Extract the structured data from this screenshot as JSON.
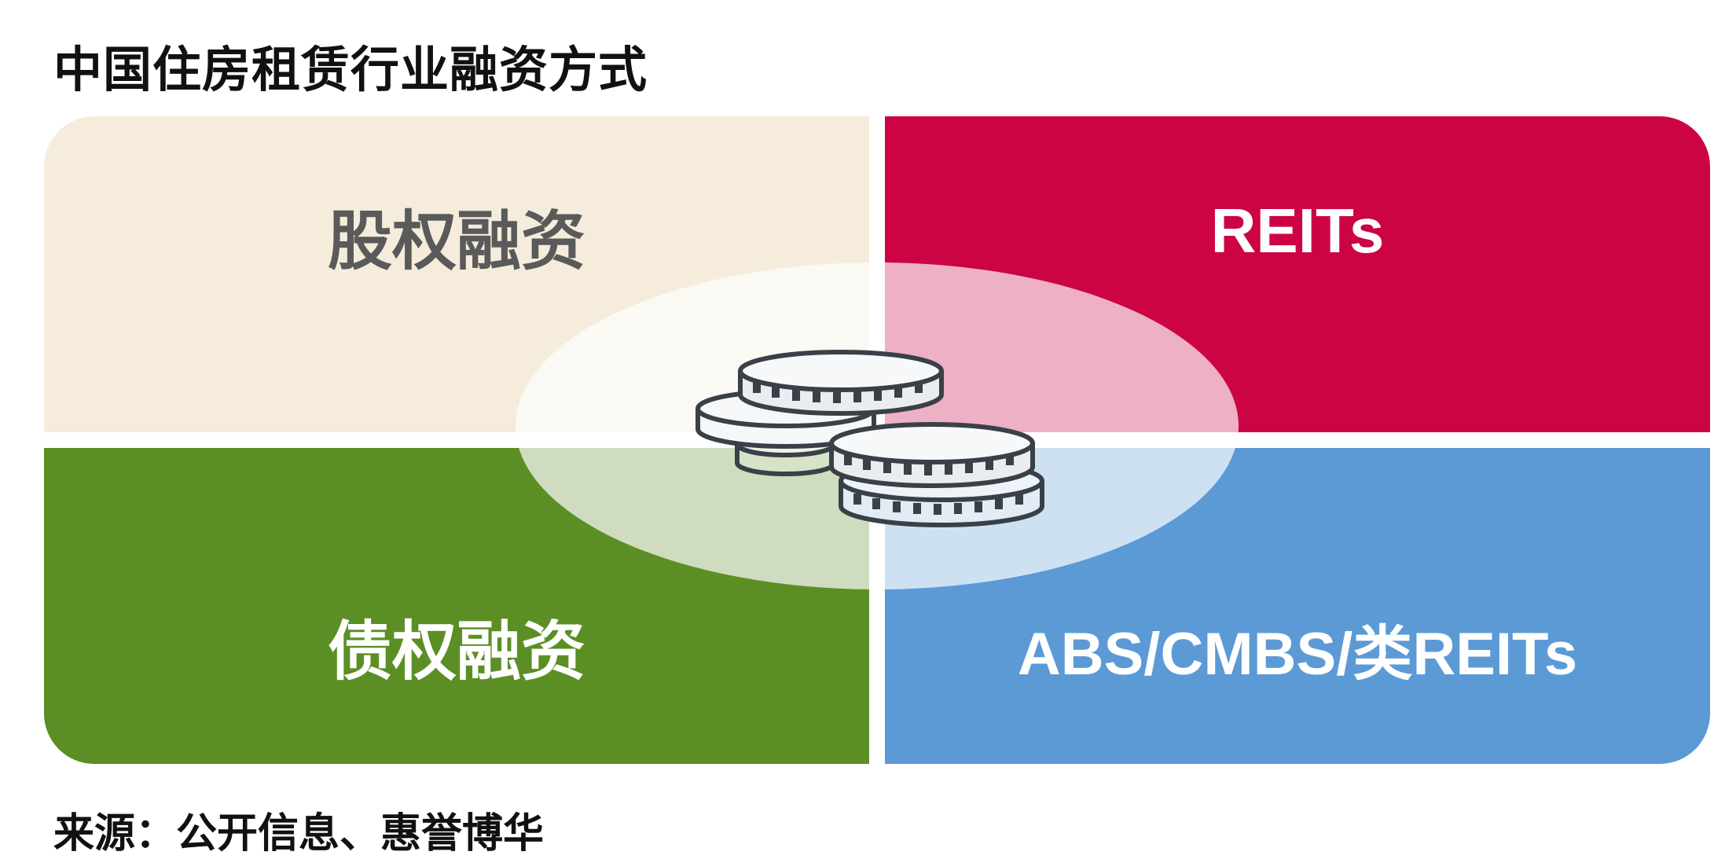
{
  "title": "中国住房租赁行业融资方式",
  "quadrants": {
    "top_left": {
      "label": "股权融资",
      "color": "#f5ecdc"
    },
    "top_right": {
      "label": "REITs",
      "color": "#cc0444"
    },
    "bottom_left": {
      "label": "债权融资",
      "color": "#5b8f25"
    },
    "bottom_right": {
      "label": "ABS/CMBS/类REITs",
      "color": "#5c9ad6"
    }
  },
  "center_icon": "coin-stack-icon",
  "source": "来源：公开信息、惠誉博华"
}
